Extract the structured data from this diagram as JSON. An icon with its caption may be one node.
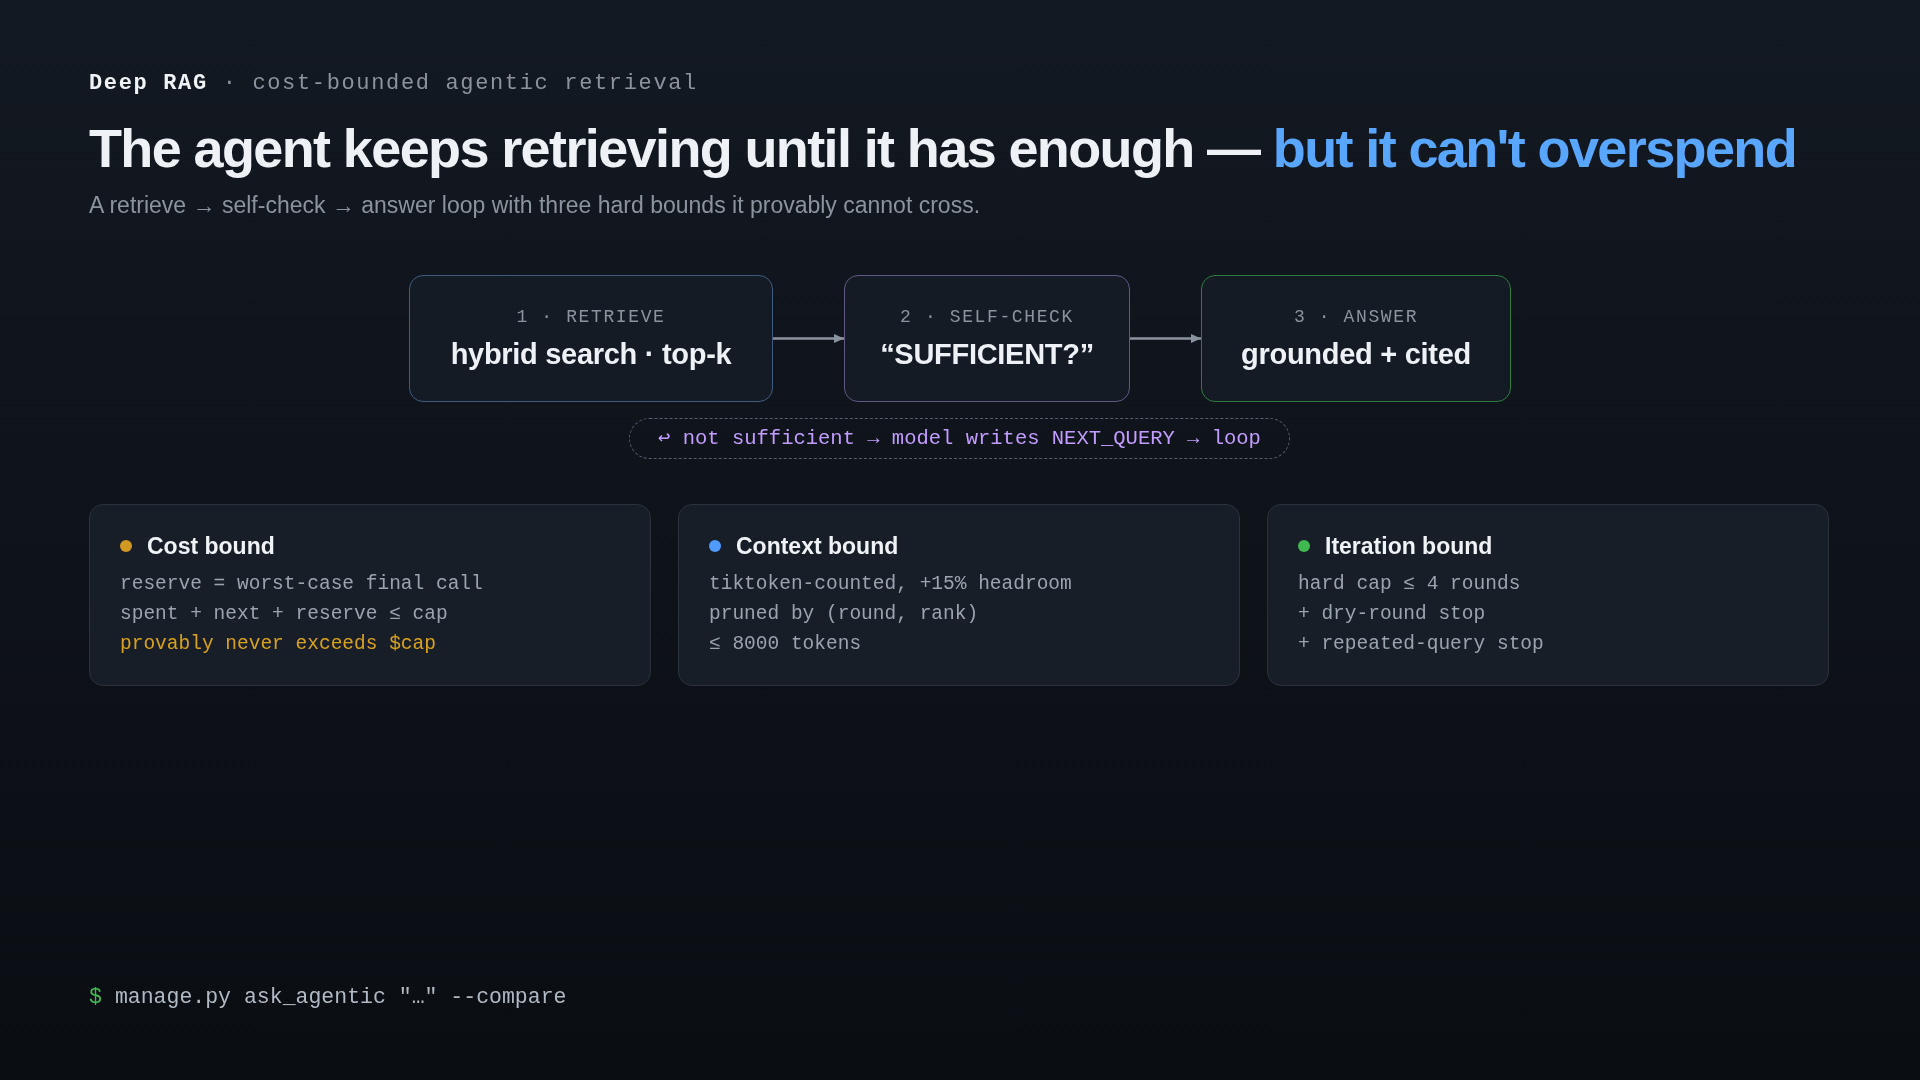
{
  "diagram": {
    "title": "The agent keeps retrieving until it has enough — **but it can't overspend**",
    "nodes": [
      {
        "text": [
          "1 · RETRIEVE",
          "hybrid search · top-k"
        ]
      },
      {
        "text": [
          "2 · SELF-CHECK",
          "“SUFFICIENT?”"
        ]
      },
      {
        "text": [
          "3 · ANSWER",
          "grounded + cited"
        ]
      },
      {
        "text": [
          "↩ not sufficient → model writes NEXT_QUERY → loop"
        ]
      },
      {
        "text": [
          "Cost bound",
          "reserve = worst-case final call",
          "spent + next + reserve ≤ cap",
          "provably never exceeds $cap"
        ]
      },
      {
        "text": [
          "Context bound",
          "tiktoken-counted, +15% headroom",
          "pruned by (round, rank)",
          "≤ 8000 tokens"
        ]
      },
      {
        "text": [
          "Iteration bound",
          "hard cap ≤ 4 rounds",
          "+ dry-round stop",
          "+ repeated-query stop"
        ]
      }
    ],
    "edges": [
      {
        "from": 0,
        "to": 1,
        "arrow": "to"
      },
      {
        "from": 1,
        "to": 2,
        "arrow": "to"
      }
    ],
    "labels": [
      "**Deep RAG** · cost-bounded agentic retrieval",
      "A retrieve → self-check → answer loop with three hard bounds it provably cannot cross.",
      "$",
      "manage.py ask_agentic \"…\" --compare"
    ]
  }
}
